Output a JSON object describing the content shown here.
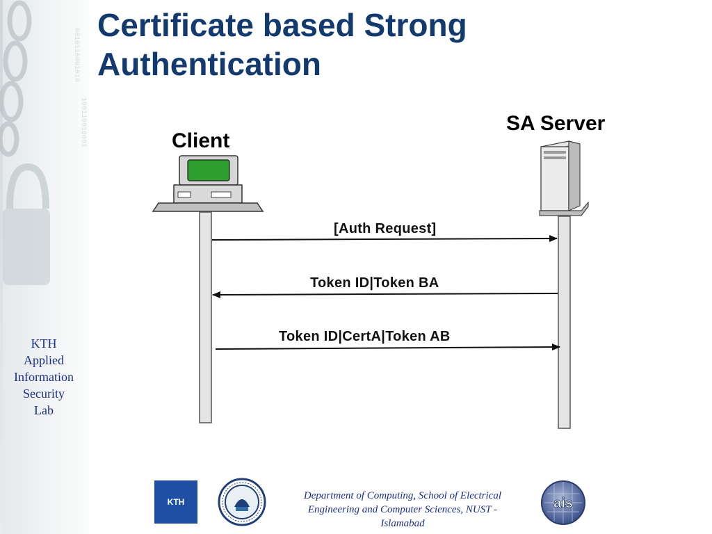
{
  "slide": {
    "title_lines": [
      "Certificate based Strong",
      "Authentication"
    ],
    "sidebar_lines": [
      "KTH",
      "Applied",
      "Information",
      "Security",
      "Lab"
    ]
  },
  "diagram": {
    "actors": {
      "client": "Client",
      "server": "SA Server"
    },
    "messages": [
      {
        "label": "[Auth Request]",
        "from": "client",
        "to": "server"
      },
      {
        "label": "Token ID|Token BA",
        "from": "server",
        "to": "client"
      },
      {
        "label": "Token ID|CertA|Token AB",
        "from": "client",
        "to": "server"
      }
    ]
  },
  "footer": {
    "lines": [
      "Department of Computing, School of Electrical",
      "Engineering and Computer Sciences, NUST -",
      "Islamabad"
    ],
    "logos": {
      "kth": "KTH",
      "ais": "ais"
    }
  },
  "colors": {
    "title": "#123a6e",
    "sidebar_text": "#1a2f8a",
    "screen": "#2e9e2e",
    "kth_blue": "#1f4fa2"
  }
}
